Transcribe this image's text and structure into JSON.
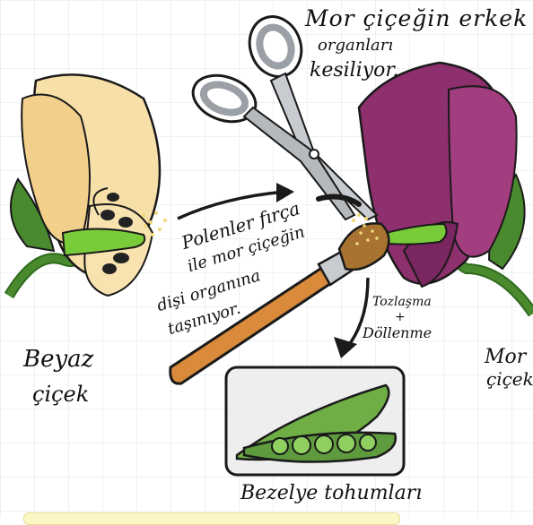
{
  "labels": {
    "top_line1": "Mor çiçeğin erkek",
    "top_line2": "organları",
    "top_line3": "kesiliyor.",
    "brush_line1": "Polenler fırça",
    "brush_line2": "ile mor çiçeğin",
    "brush_line3": "dişi organına",
    "brush_line4": "taşınıyor.",
    "tozlasma": "Tozlaşma",
    "plus": "+",
    "dollenme": "Döllenme",
    "white_flower_1": "Beyaz",
    "white_flower_2": "çiçek",
    "purple_flower_1": "Mor",
    "purple_flower_2": "çiçek",
    "seeds": "Bezelye tohumları"
  },
  "colors": {
    "white_petal": "#f7dfa8",
    "purple_petal": "#8e2f6e",
    "stem": "#4a8a2e",
    "pod": "#5e9a3e",
    "brush_handle": "#d98a3a",
    "scissors": "#c8ccd0"
  },
  "icons": [
    "scissors-icon",
    "paintbrush-icon",
    "pea-pod-icon",
    "flower-icon"
  ]
}
